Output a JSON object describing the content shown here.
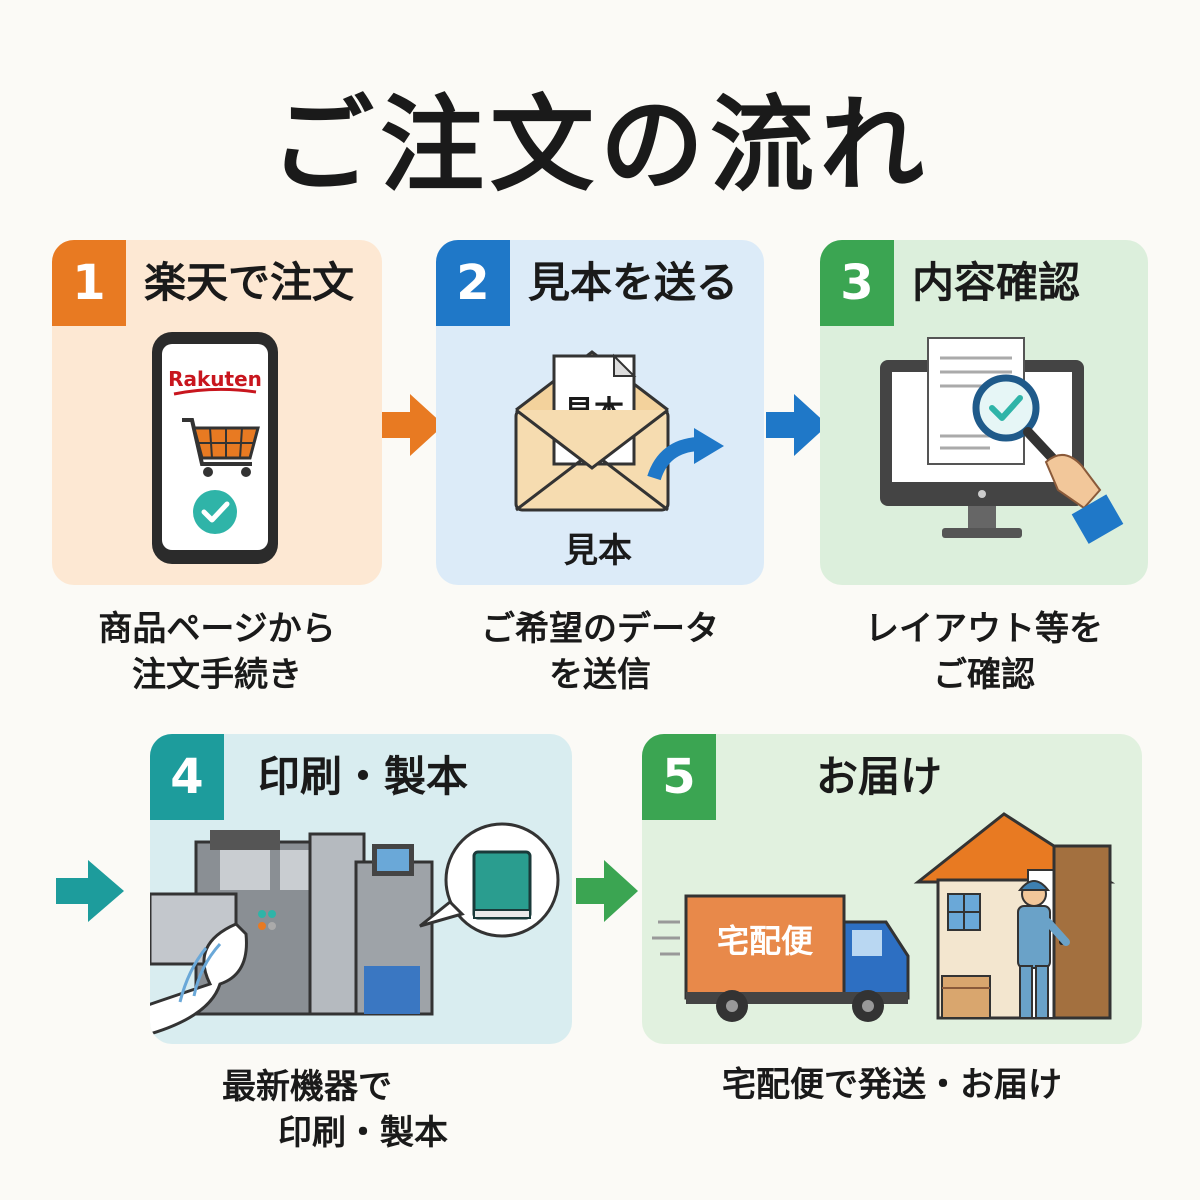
{
  "title": "ご注文の流れ",
  "steps": [
    {
      "number": "1",
      "title": "楽天で注文",
      "caption_line1": "商品ページから",
      "caption_line2": "注文手続き",
      "brand_logo": "Rakuten",
      "icon": "smartphone-cart-check-icon"
    },
    {
      "number": "2",
      "title": "見本を送る",
      "caption_line1": "ご希望のデータ",
      "caption_line2": "を送信",
      "doc_label": "見本",
      "illustration_label": "見本",
      "icon": "envelope-send-icon"
    },
    {
      "number": "3",
      "title": "内容確認",
      "caption_line1": "レイアウト等を",
      "caption_line2": "ご確認",
      "icon": "monitor-magnifier-icon"
    },
    {
      "number": "4",
      "title": "印刷・製本",
      "caption_line1": "最新機器で",
      "caption_line2": "印刷・製本",
      "icon": "printing-press-book-icon"
    },
    {
      "number": "5",
      "title": "お届け",
      "caption_line1": "宅配便で発送・お届け",
      "truck_label": "宅配便",
      "icon": "delivery-truck-house-icon"
    }
  ],
  "colors": {
    "step1": "#e87a22",
    "step2": "#1f78c8",
    "step3": "#3ba552",
    "step4": "#1d9c9c",
    "step5": "#3ba552",
    "card1_bg": "#fde8d3",
    "card2_bg": "#dcebf8",
    "card3_bg": "#dcefdc",
    "card4_bg": "#d9edf0",
    "card5_bg": "#e1f1df"
  }
}
